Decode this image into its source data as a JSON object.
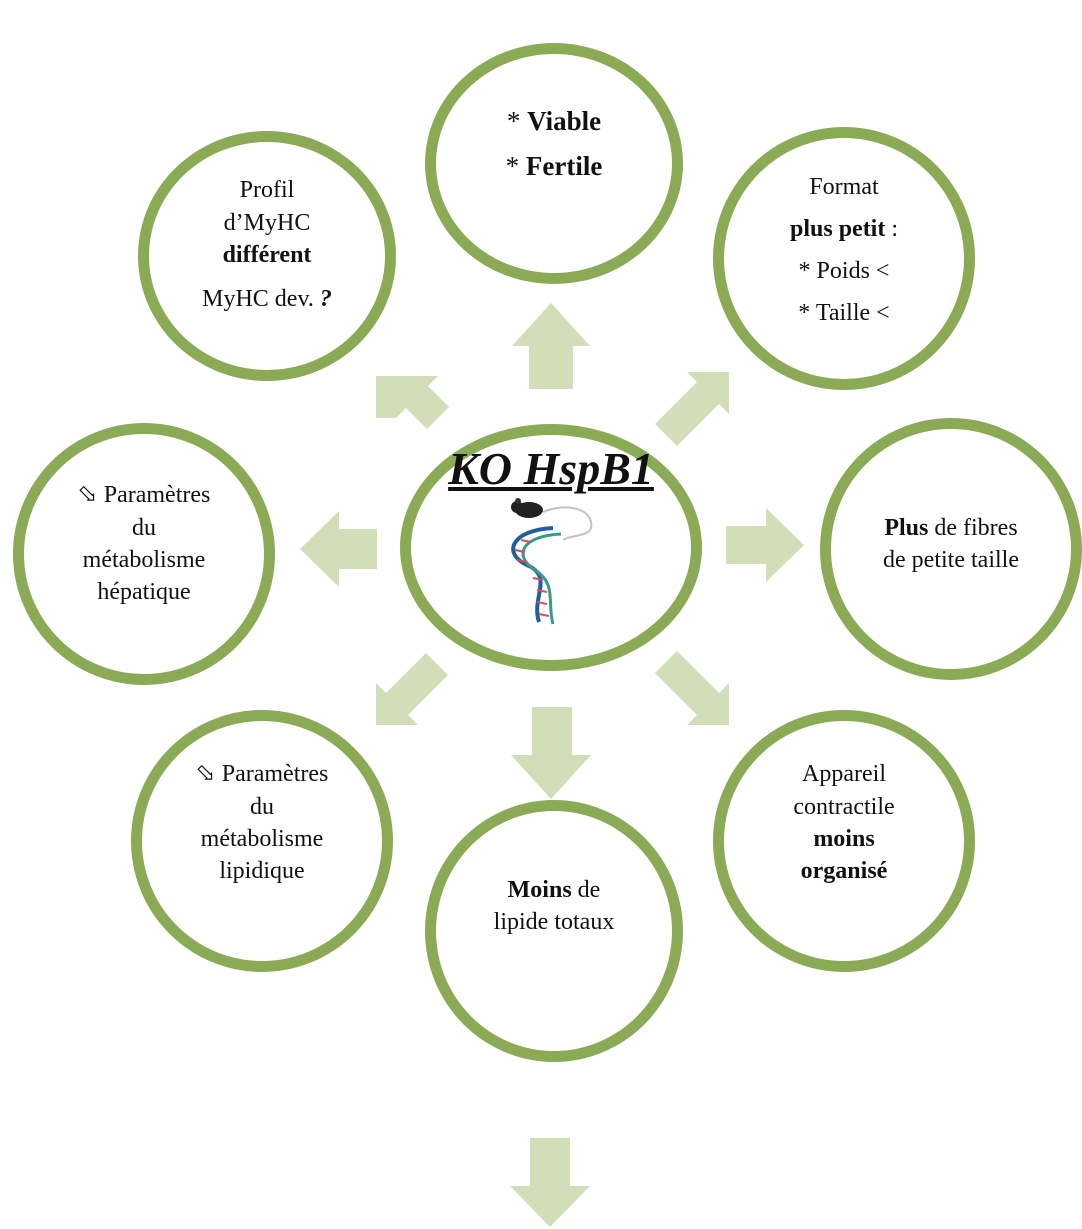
{
  "diagram": {
    "center": {
      "title": "KO HspB1",
      "illustration": "mouse-dna-illustration"
    },
    "nodes": {
      "top": {
        "line1_prefix": "* ",
        "line1_bold": "Viable",
        "line2_prefix": "* ",
        "line2_bold": "Fertile"
      },
      "top_left": {
        "line1": "Profil",
        "line2": "d’MyHC",
        "line3_bold": "différent",
        "line4": "MyHC dev. ",
        "line4_bold_italic": "?"
      },
      "top_right": {
        "line1": "Format",
        "line2_bold": "plus petit",
        "line2_suffix": " :",
        "line3": "* Poids <",
        "line4": "* Taille <"
      },
      "left": {
        "symbol": "⬂",
        "line1": " Paramètres",
        "line2": "du",
        "line3": "métabolisme",
        "line4": "hépatique"
      },
      "right": {
        "line1_bold": "Plus",
        "line1_suffix": " de fibres",
        "line2": "de petite taille"
      },
      "bottom_left": {
        "symbol": "⬂",
        "line1": " Paramètres",
        "line2": "du",
        "line3": "métabolisme",
        "line4": "lipidique"
      },
      "bottom_right": {
        "line1": "Appareil",
        "line2": "contractile",
        "line3_bold": "moins",
        "line4_bold": "organisé"
      },
      "bottom": {
        "line1_bold": "Moins",
        "line1_suffix": " de",
        "line2": "lipide totaux"
      }
    },
    "colors": {
      "ring": "#8baa55",
      "arrow": "#d2deb8",
      "text": "#111111"
    }
  }
}
